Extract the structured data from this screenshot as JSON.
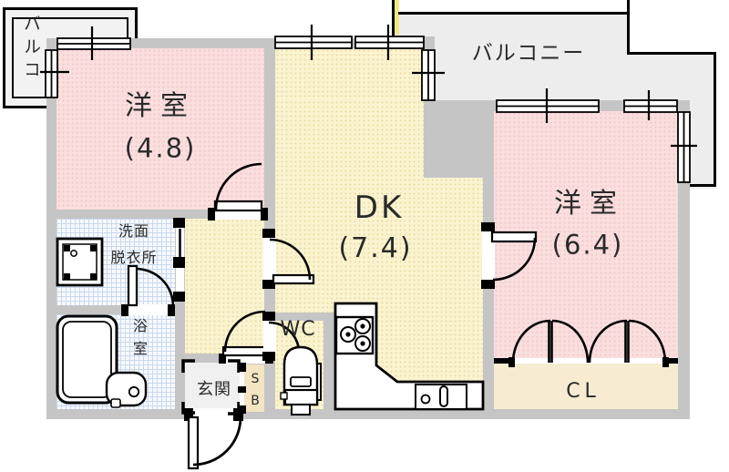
{
  "rooms": {
    "western1": {
      "label": "洋室",
      "area": "(4.8)"
    },
    "dk": {
      "label": "DK",
      "area": "(7.4)"
    },
    "western2": {
      "label": "洋室",
      "area": "(6.4)"
    },
    "washroom": {
      "line1": "洗面",
      "line2": "脱衣所"
    },
    "bath": {
      "label": "浴室"
    },
    "wc": {
      "label": "WC"
    },
    "genkan": {
      "label": "玄関"
    },
    "closet": {
      "label": "CL"
    },
    "shoebox": {
      "s": "S",
      "b": "B"
    },
    "balcony_main": {
      "label": "バルコニー"
    },
    "balcony_small": {
      "label": "バルコ"
    }
  },
  "colors": {
    "wall": "#c5c5c5",
    "pink": "#fadede",
    "yellow": "#faf3cf",
    "balcony": "#ededed",
    "closet": "#f7ecd2",
    "shoebox": "#f3e5c2",
    "genkan": "#f0f0f0",
    "outline": "#000000"
  }
}
